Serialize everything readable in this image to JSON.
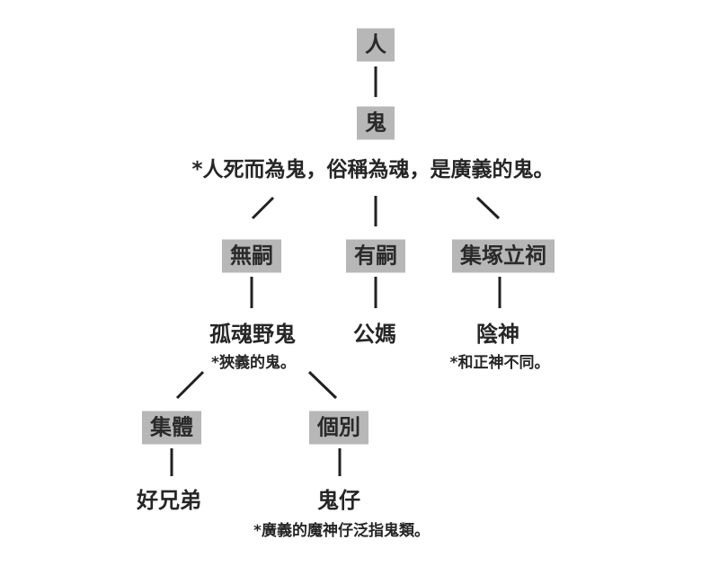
{
  "colors": {
    "background": "#ffffff",
    "box_bg": "#b7b7b7",
    "text": "#262626",
    "arrow": "#212121"
  },
  "diagram": {
    "root": "人",
    "ghost": "鬼",
    "caption": "*人死而為鬼，俗稱為魂，是廣義的鬼。",
    "branches": [
      {
        "condition": "無嗣",
        "result": "孤魂野鬼",
        "note": "*狹義的鬼。"
      },
      {
        "condition": "有嗣",
        "result": "公媽"
      },
      {
        "condition": "集塚立祠",
        "result": "陰神",
        "note": "*和正神不同。"
      }
    ],
    "sub_branches": [
      {
        "condition": "集體",
        "result": "好兄弟"
      },
      {
        "condition": "個別",
        "result": "鬼仔",
        "note": "*廣義的魔神仔泛指鬼類。"
      }
    ]
  }
}
